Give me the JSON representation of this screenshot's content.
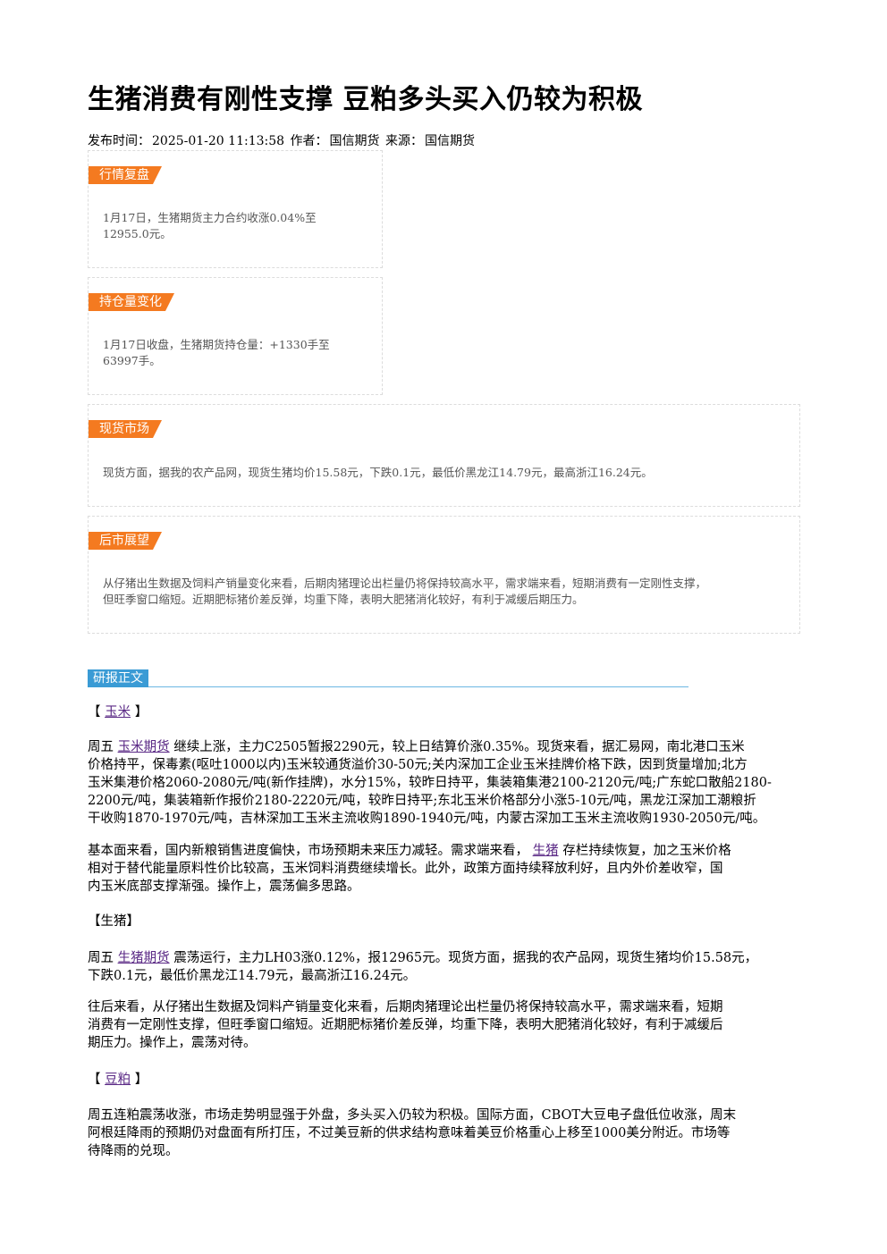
{
  "title": "生猪消费有刚性支撑 豆粕多头买入仍较为积极",
  "meta": {
    "publish_label": "发布时间：",
    "publish_time": "2025-01-20 11:13:58",
    "author_label": "作者：",
    "author": "国信期货",
    "source_label": "来源：",
    "source": "国信期货"
  },
  "boxes": {
    "market_review": {
      "tag": "行情复盘",
      "line1": "1月17日，生猪期货主力合约收涨0.04%至",
      "line2": "12955.0元。"
    },
    "position_change": {
      "tag": "持仓量变化",
      "line1": "1月17日收盘，生猪期货持仓量：+1330手至",
      "line2": "63997手。"
    },
    "spot_market": {
      "tag": "现货市场",
      "text": "现货方面，据我的农产品网，现货生猪均价15.58元，下跌0.1元，最低价黑龙江14.79元，最高浙江16.24元。"
    },
    "outlook": {
      "tag": "后市展望",
      "line1": "从仔猪出生数据及饲料产销量变化来看，后期肉猪理论出栏量仍将保持较高水平，需求端来看，短期消费有一定刚性支撑，",
      "line2": "但旺季窗口缩短。近期肥标猪价差反弹，均重下降，表明大肥猪消化较好，有利于减缓后期压力。"
    }
  },
  "report": {
    "section_label": "研报正文",
    "corn": {
      "heading_open": "【",
      "heading_link": "玉米",
      "heading_close": "】",
      "p1": {
        "lead": "周五",
        "link": "玉米期货",
        "l1": "继续上涨，主力C2505暂报2290元，较上日结算价涨0.35%。现货来看，据汇易网，南北港口玉米",
        "l2": "价格持平，保毒素(呕吐1000以内)玉米较通货溢价30-50元;关内深加工企业玉米挂牌价格下跌，因到货量增加;北方",
        "l3": "玉米集港价格2060-2080元/吨(新作挂牌)，水分15%，较昨日持平，集装箱集港2100-2120元/吨;广东蛇口散船2180-",
        "l4": "2200元/吨，集装箱新作报价2180-2220元/吨，较昨日持平;东北玉米价格部分小涨5-10元/吨，黑龙江深加工潮粮折",
        "l5": "干收购1870-1970元/吨，吉林深加工玉米主流收购1890-1940元/吨，内蒙古深加工玉米主流收购1930-2050元/吨。"
      },
      "p2": {
        "l1a": "基本面来看，国内新粮销售进度偏快，市场预期未来压力减轻。需求端来看，",
        "link": "生猪",
        "l1b": "存栏持续恢复，加之玉米价格",
        "l2": "相对于替代能量原料性价比较高，玉米饲料消费继续增长。此外，政策方面持续释放利好，且内外价差收窄，国",
        "l3": "内玉米底部支撑渐强。操作上，震荡偏多思路。"
      }
    },
    "hog": {
      "heading": "【生猪】",
      "p1": {
        "lead": "周五",
        "link": "生猪期货",
        "l1": "震荡运行，主力LH03涨0.12%，报12965元。现货方面，据我的农产品网，现货生猪均价15.58元，",
        "l2": "下跌0.1元，最低价黑龙江14.79元，最高浙江16.24元。"
      },
      "p2": {
        "l1": "往后来看，从仔猪出生数据及饲料产销量变化来看，后期肉猪理论出栏量仍将保持较高水平，需求端来看，短期",
        "l2": "消费有一定刚性支撑，但旺季窗口缩短。近期肥标猪价差反弹，均重下降，表明大肥猪消化较好，有利于减缓后",
        "l3": "期压力。操作上，震荡对待。"
      }
    },
    "soymeal": {
      "heading_open": "【",
      "heading_link": "豆粕",
      "heading_close": "】",
      "p1": {
        "l1": "周五连粕震荡收涨，市场走势明显强于外盘，多头买入仍较为积极。国际方面，CBOT大豆电子盘低位收涨，周末",
        "l2": "阿根廷降雨的预期仍对盘面有所打压，不过美豆新的供求结构意味着美豆价格重心上移至1000美分附近。市场等",
        "l3": "待降雨的兑现。"
      }
    }
  },
  "colors": {
    "tag_orange": "#f47a20",
    "tag_blue": "#3a9bd5",
    "link_purple": "#5b2a86"
  }
}
